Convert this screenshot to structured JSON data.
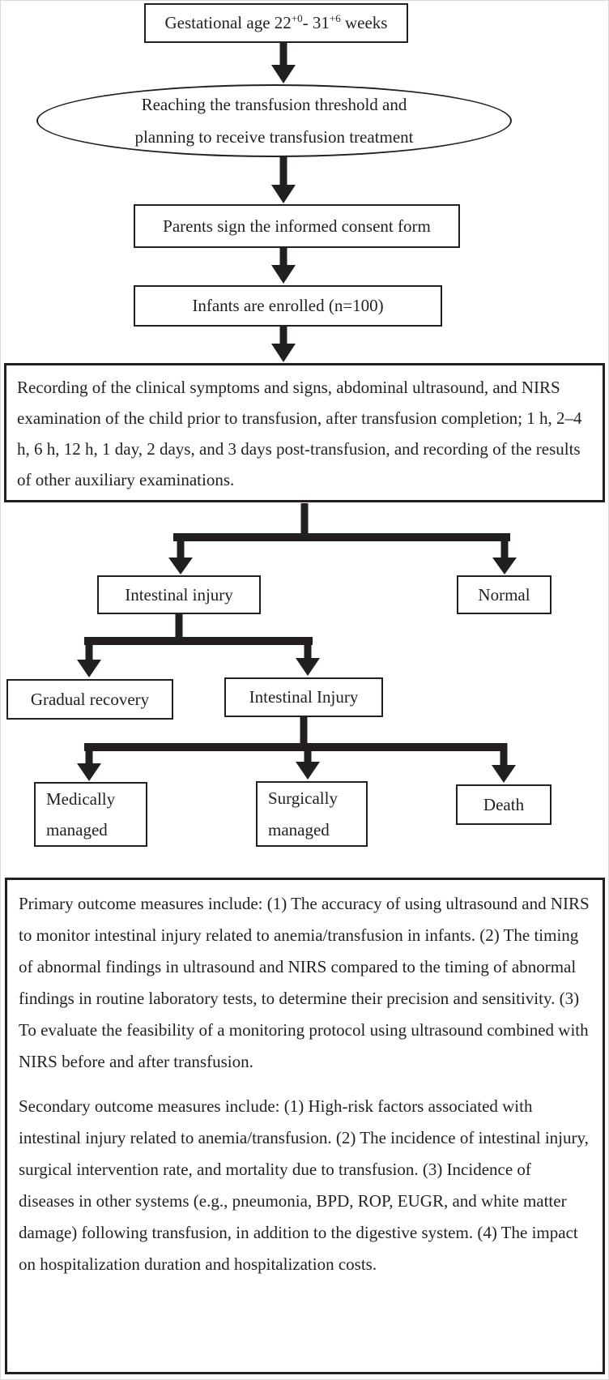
{
  "colors": {
    "line": "#231f20",
    "background": "#ffffff"
  },
  "flowchart": {
    "gestational_box": {
      "pre": "Gestational age 22",
      "sup1": "+0",
      "mid": "- 31",
      "sup2": "+6",
      "post": " weeks"
    },
    "threshold_ellipse": {
      "line1": "Reaching the transfusion threshold and",
      "line2": "planning to receive transfusion treatment"
    },
    "consent_box": {
      "label": "Parents sign the informed consent form"
    },
    "enrollment_box": {
      "label": "Infants are enrolled (n=100)"
    },
    "recording_box": {
      "text": "Recording of the clinical symptoms and signs, abdominal ultrasound, and NIRS examination of the child prior to transfusion, after transfusion completion; 1 h, 2–4 h, 6 h, 12 h, 1 day, 2 days, and 3 days post-transfusion, and recording of the results of other auxiliary examinations."
    },
    "level1": {
      "intestinal_injury": "Intestinal injury",
      "normal": "Normal"
    },
    "level2": {
      "gradual_recovery": "Gradual recovery",
      "intestinal_injury": "Intestinal Injury"
    },
    "level3": {
      "medically": {
        "line1": "Medically",
        "line2": "managed"
      },
      "surgically": {
        "line1": "Surgically",
        "line2": "managed"
      },
      "death": "Death"
    },
    "outcomes_box": {
      "primary": "Primary outcome measures include: (1) The accuracy of using ultrasound and NIRS to monitor intestinal injury related to anemia/transfusion in infants. (2) The timing of abnormal findings in ultrasound and NIRS compared to the timing of abnormal findings in routine laboratory tests, to determine their precision and sensitivity. (3) To evaluate the feasibility of a monitoring protocol using ultrasound combined with NIRS before and after transfusion.",
      "secondary": "Secondary outcome measures include: (1) High-risk factors associated with intestinal injury related to anemia/transfusion. (2) The incidence of intestinal injury, surgical intervention rate, and mortality due to transfusion. (3) Incidence of diseases in other systems (e.g., pneumonia, BPD, ROP, EUGR, and white matter damage) following transfusion, in addition to the digestive system. (4) The impact on hospitalization duration and hospitalization costs."
    }
  }
}
